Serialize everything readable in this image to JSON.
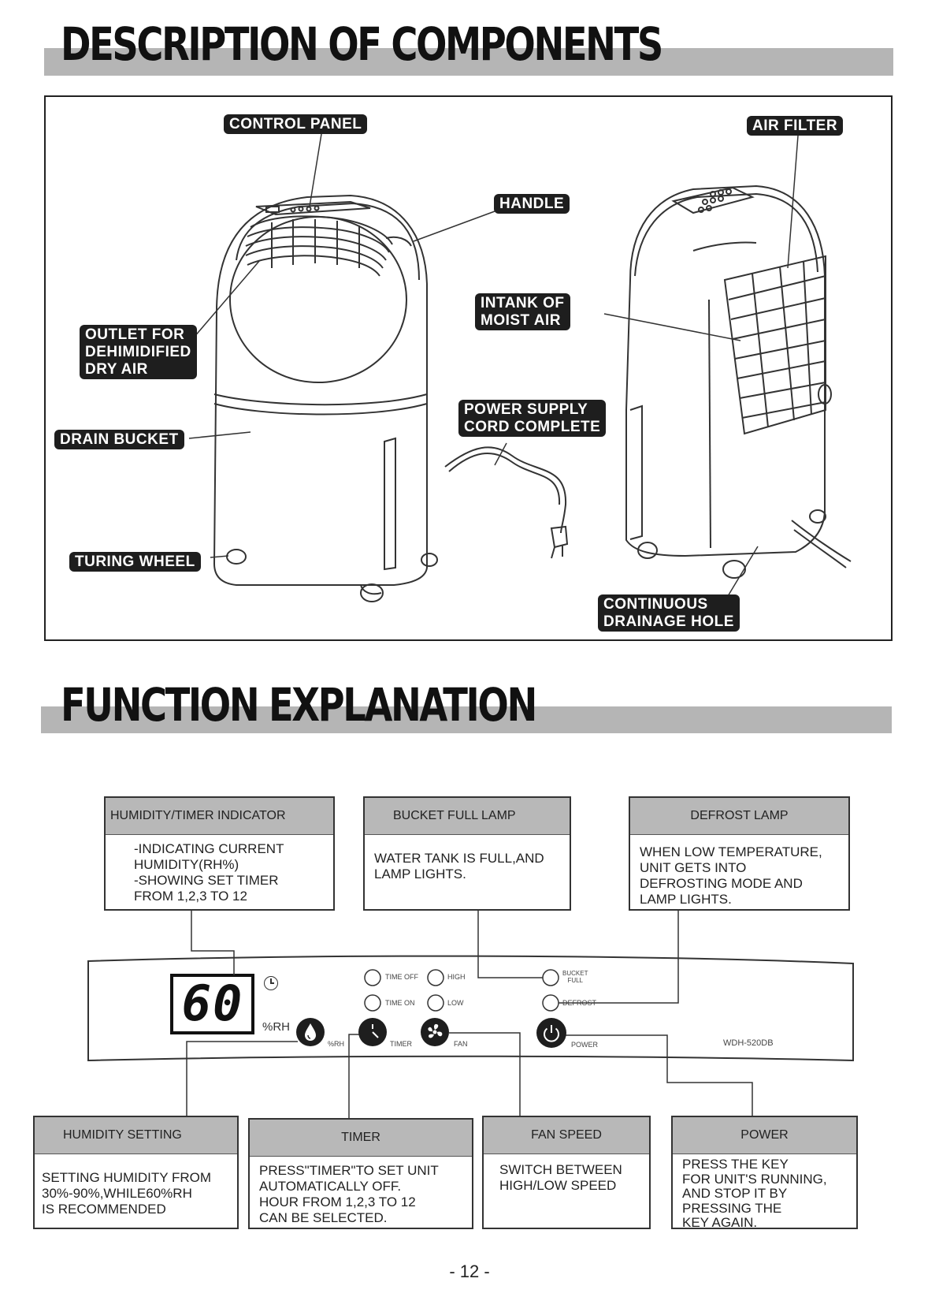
{
  "sections": {
    "components_title": "DESCRIPTION OF COMPONENTS",
    "function_title": "FUNCTION EXPLANATION"
  },
  "callouts": {
    "control_panel": "CONTROL PANEL",
    "air_filter": "AIR FILTER",
    "handle": "HANDLE",
    "intank": "INTANK OF\nMOIST AIR",
    "outlet": "OUTLET FOR\nDEHIMIDIFIED\nDRY AIR",
    "drain_bucket": "DRAIN BUCKET",
    "power_cord": "POWER SUPPLY\nCORD COMPLETE",
    "wheel": "TURING WHEEL",
    "drain_hole": "CONTINUOUS\nDRAINAGE HOLE"
  },
  "functions": {
    "humidity_timer": {
      "title": "HUMIDITY/TIMER INDICATOR",
      "body": "-INDICATING CURRENT\n HUMIDITY(RH%)\n-SHOWING SET TIMER\n FROM 1,2,3 TO 12"
    },
    "bucket_full": {
      "title": "BUCKET FULL LAMP",
      "body": "WATER TANK IS FULL,AND\nLAMP LIGHTS."
    },
    "defrost": {
      "title": "DEFROST LAMP",
      "body": "WHEN LOW TEMPERATURE,\nUNIT GETS INTO\nDEFROSTING MODE AND\nLAMP LIGHTS."
    },
    "humidity_setting": {
      "title": "HUMIDITY SETTING",
      "body": "SETTING HUMIDITY FROM\n30%-90%,WHILE60%RH\nIS RECOMMENDED"
    },
    "timer": {
      "title": "TIMER",
      "body": "PRESS\"TIMER\"TO SET UNIT\nAUTOMATICALLY OFF.\nHOUR FROM 1,2,3 TO 12\nCAN BE SELECTED."
    },
    "fan_speed": {
      "title": "FAN SPEED",
      "body": "SWITCH BETWEEN\nHIGH/LOW SPEED"
    },
    "power": {
      "title": "POWER",
      "body": "PRESS THE KEY\nFOR UNIT'S RUNNING,\nAND STOP IT BY\nPRESSING THE\nKEY AGAIN."
    }
  },
  "panel": {
    "display_value": "60",
    "rh_unit": "%RH",
    "time_off": "TIME OFF",
    "time_on": "TIME ON",
    "high": "HIGH",
    "low": "LOW",
    "bucket_full_1": "BUCKET",
    "bucket_full_2": "FULL",
    "defrost": "DEFROST",
    "btn_rh": "%RH",
    "btn_timer": "TIMER",
    "btn_fan": "FAN",
    "btn_power": "POWER",
    "model": "WDH-520DB",
    "icons": [
      "clock-icon",
      "water-drop-icon",
      "timer-icon",
      "fan-icon",
      "power-icon"
    ]
  },
  "page_number": "- 12 -"
}
